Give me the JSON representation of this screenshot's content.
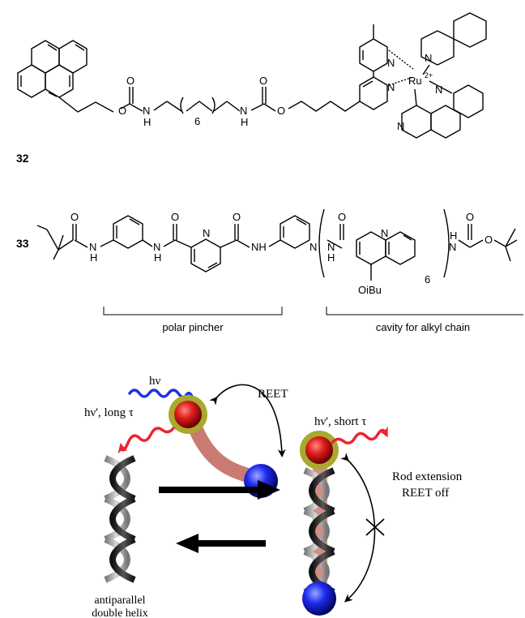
{
  "compound_32": {
    "number": "32",
    "atoms": {
      "o": "O",
      "n": "N",
      "h": "H"
    },
    "repeat_count": "6",
    "metal": "Ru",
    "metal_charge": "2+"
  },
  "compound_33": {
    "number": "33",
    "atoms": {
      "o": "O",
      "n": "N",
      "h": "H",
      "nh": "NH"
    },
    "substituent": "OiBu",
    "repeat_count": "6"
  },
  "regions": {
    "left_bracket_label": "polar pincher",
    "right_bracket_label": "cavity for alkyl chain"
  },
  "scheme": {
    "hv_in": "hν",
    "reet": "REET",
    "emission_long": "hν', long τ",
    "emission_short": "hν', short τ",
    "rod_extension": "Rod extension",
    "reet_off": "REET off",
    "helix_caption_line1": "antiparallel",
    "helix_caption_line2": "double helix"
  },
  "colors": {
    "red_ball": "#d01818",
    "blue_ball": "#1f2bf0",
    "ring_gold": "#a9a92d",
    "rod": "#c97b72",
    "wave_red": "#ee2233",
    "wave_blue": "#1e32e6"
  }
}
